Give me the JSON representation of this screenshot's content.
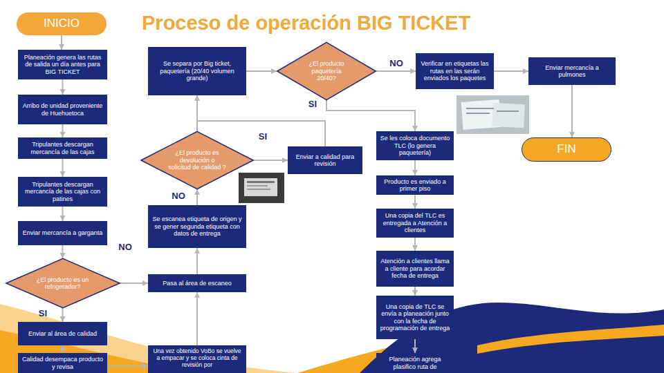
{
  "diagram": {
    "title": "Proceso de operación BIG TICKET",
    "nodes": [
      {
        "text": [
          "INICIO"
        ]
      },
      {
        "text": [
          "Planeación genera las rutas de salida un día antes para BIG TICKET"
        ]
      },
      {
        "text": [
          "Arribo de unidad proveniente de Huehuetoca"
        ]
      },
      {
        "text": [
          "Tripulantes descargan mercancía de las cajas"
        ]
      },
      {
        "text": [
          "Tripulantes descargan mercancía de las cajas con patines"
        ]
      },
      {
        "text": [
          "Enviar mercancía a garganta"
        ]
      },
      {
        "text": [
          "¿El producto es un refrigerador?"
        ]
      },
      {
        "text": [
          "Enviar al área de calidad"
        ]
      },
      {
        "text": [
          "Calidad desempaca producto y revisa"
        ]
      },
      {
        "text": [
          "Una vez obtenido VoBo se vuelve a empacar y se coloca cinta de revisión por"
        ]
      },
      {
        "text": [
          "Pasa al área de escaneo"
        ]
      },
      {
        "text": [
          "Se escanea etiqueta de origen y se gener segunda etiqueta con datos de entrega"
        ]
      },
      {
        "text": [
          "¿El producto es devolución o solicitud de calidad ?"
        ]
      },
      {
        "text": [
          "Enviar a calidad para revisión"
        ]
      },
      {
        "text": [
          "Se separa por Big ticket, paquetería (20/40 volumen grande)"
        ]
      },
      {
        "text": [
          "¿El producto paquetería 20/40?"
        ]
      },
      {
        "text": [
          "Verificar en etiquetas las rutas en las serán enviados los paquetes"
        ]
      },
      {
        "text": [
          "Enviar mercancía a pulmones"
        ]
      },
      {
        "text": [
          "FIN"
        ]
      },
      {
        "text": [
          "Se les coloca documento TLC (lo genera paquetería)"
        ]
      },
      {
        "text": [
          "Producto es enviado a primer piso"
        ]
      },
      {
        "text": [
          "Una copia del TLC es entregada a Atención a clientes"
        ]
      },
      {
        "text": [
          "Atención a clientes llama a cliente para acordar fecha de entrega"
        ]
      },
      {
        "text": [
          "Una copia de TLC se envía a planeación junto con la fecha de programación de entrega"
        ]
      },
      {
        "text": [
          "Planeación agrega plasifico ruta de"
        ]
      }
    ],
    "edges": [
      {
        "from": 0,
        "to": 1,
        "arrow": "to"
      },
      {
        "from": 1,
        "to": 2,
        "arrow": "to"
      },
      {
        "from": 2,
        "to": 3,
        "arrow": "to"
      },
      {
        "from": 3,
        "to": 4,
        "arrow": "to"
      },
      {
        "from": 4,
        "to": 5,
        "arrow": "to"
      },
      {
        "from": 5,
        "to": 6,
        "arrow": "to"
      },
      {
        "from": 6,
        "to": 7,
        "label": "SI",
        "arrow": "to"
      },
      {
        "from": 6,
        "to": 10,
        "label": "NO",
        "arrow": "to"
      },
      {
        "from": 7,
        "to": 8,
        "arrow": "to"
      },
      {
        "from": 8,
        "to": 9,
        "arrow": "to"
      },
      {
        "from": 9,
        "to": 10,
        "arrow": "to"
      },
      {
        "from": 10,
        "to": 11,
        "arrow": "to"
      },
      {
        "from": 11,
        "to": 12,
        "arrow": "to"
      },
      {
        "from": 12,
        "to": 13,
        "label": "SI",
        "arrow": "to"
      },
      {
        "from": 12,
        "to": 14,
        "label": "NO",
        "arrow": "to"
      },
      {
        "from": 13,
        "to": 14,
        "arrow": "to"
      },
      {
        "from": 14,
        "to": 15,
        "arrow": "to"
      },
      {
        "from": 15,
        "to": 16,
        "label": "NO",
        "arrow": "to"
      },
      {
        "from": 16,
        "to": 17,
        "arrow": "to"
      },
      {
        "from": 17,
        "to": 18,
        "arrow": "to"
      },
      {
        "from": 15,
        "to": 19,
        "label": "SI",
        "arrow": "to"
      },
      {
        "from": 19,
        "to": 20,
        "arrow": "to"
      },
      {
        "from": 20,
        "to": 21,
        "arrow": "to"
      },
      {
        "from": 21,
        "to": 22,
        "arrow": "to"
      },
      {
        "from": 22,
        "to": 23,
        "arrow": "to"
      },
      {
        "from": 23,
        "to": 24,
        "arrow": "to"
      }
    ]
  }
}
